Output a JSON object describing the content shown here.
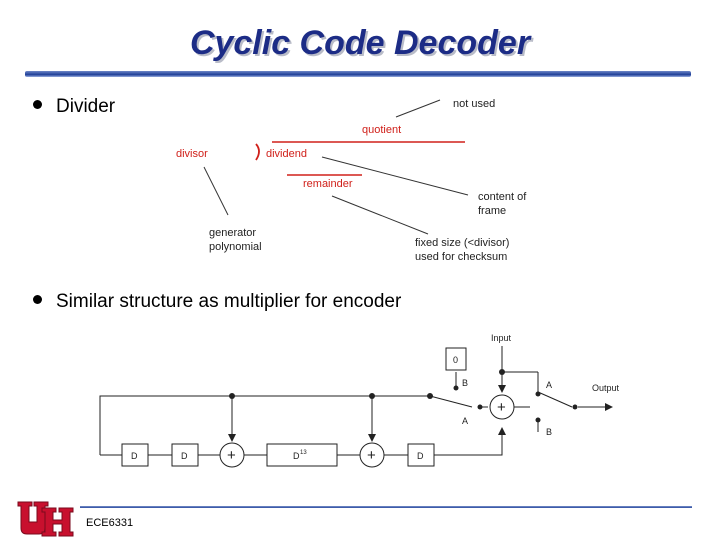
{
  "title": "Cyclic Code Decoder",
  "bullets": [
    "Divider",
    "Similar structure as multiplier for encoder"
  ],
  "divider_figure": {
    "not_used": "not used",
    "quotient": "quotient",
    "divisor": "divisor",
    "dividend": "dividend",
    "remainder": "remainder",
    "content_of": "content of",
    "frame": "frame",
    "generator": "generator",
    "polynomial": "polynomial",
    "fixed_size": "fixed size (<divisor)",
    "used_for_checksum": "used for checksum"
  },
  "circuit": {
    "input": "Input",
    "output": "Output",
    "zero": "0",
    "switch_B_top": "B",
    "switch_A_left": "A",
    "switch_A_right": "A",
    "switch_B_right": "B",
    "d1": "D",
    "d2": "D",
    "d13": "D",
    "d13_exp": "13",
    "d4": "D",
    "plus1": "+",
    "plus2": "+",
    "plus3": "+"
  },
  "footer": {
    "course": "ECE6331"
  },
  "colors": {
    "title": "#1c2c86",
    "accent_red": "#d0201a",
    "logo_red": "#c8102e"
  }
}
